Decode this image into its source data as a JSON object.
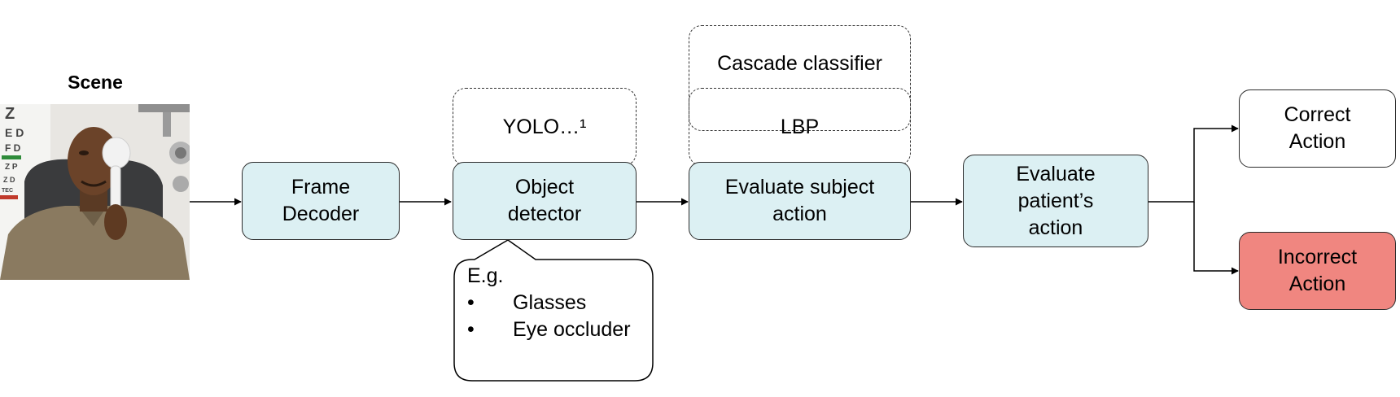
{
  "scene": {
    "title": "Scene",
    "photo_icon": "patient-with-eye-occluder-photo"
  },
  "nodes": {
    "frame_decoder": "Frame\nDecoder",
    "object_detector": "Object\ndetector",
    "evaluate_subject": "Evaluate subject\naction",
    "evaluate_patient": "Evaluate\npatient’s\naction",
    "correct_action": "Correct\nAction",
    "incorrect_action": "Incorrect\nAction"
  },
  "options": {
    "yolo": "YOLO…¹",
    "cascade": "Cascade classifier",
    "lbp": "LBP"
  },
  "callout": {
    "heading": "E.g.",
    "bullet": "•",
    "items": [
      "Glasses",
      "Eye occluder"
    ]
  },
  "colors": {
    "process_fill": "#dcf0f3",
    "correct_fill": "#ffffff",
    "incorrect_fill": "#f08680",
    "stroke": "#2b2b2b"
  }
}
